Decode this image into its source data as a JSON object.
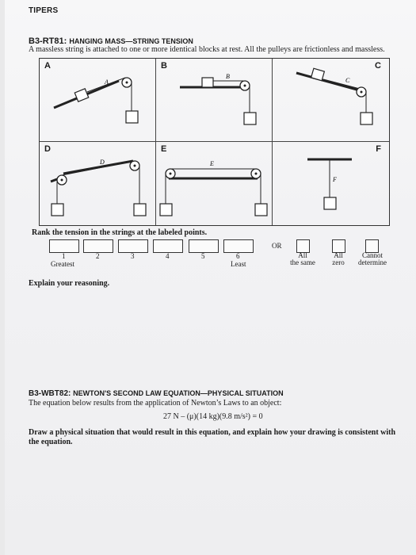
{
  "header": {
    "label": "TIPERS"
  },
  "problem1": {
    "code": "B3-RT81:",
    "title_main": "Hanging Mass—String Tension",
    "intro": "A massless string is attached to one or more identical blocks at rest. All the pulleys are frictionless and massless.",
    "panels": [
      {
        "id": "A",
        "point": "A"
      },
      {
        "id": "B",
        "point": "B"
      },
      {
        "id": "C",
        "point": "C"
      },
      {
        "id": "D",
        "point": "D"
      },
      {
        "id": "E",
        "point": "E"
      },
      {
        "id": "F",
        "point": "F"
      }
    ],
    "rank_prompt": "Rank the tension in the strings at the labeled points.",
    "rank_numbers": [
      "1",
      "2",
      "3",
      "4",
      "5",
      "6"
    ],
    "greatest_label": "Greatest",
    "least_label": "Least",
    "or_label": "OR",
    "options": [
      {
        "line1": "All",
        "line2": "the same"
      },
      {
        "line1": "All",
        "line2": "zero"
      },
      {
        "line1": "Cannot",
        "line2": "determine"
      }
    ],
    "explain": "Explain your reasoning."
  },
  "problem2": {
    "code": "B3-WBT82:",
    "title_main": "Newton's Second Law Equation—Physical Situation",
    "intro": "The equation below results from the application of Newton’s Laws to an object:",
    "equation": "27 N – (μ)(14 kg)(9.8 m/s²) = 0",
    "explain": "Draw a physical situation that would result in this equation, and explain how your drawing is consistent with the equation."
  }
}
